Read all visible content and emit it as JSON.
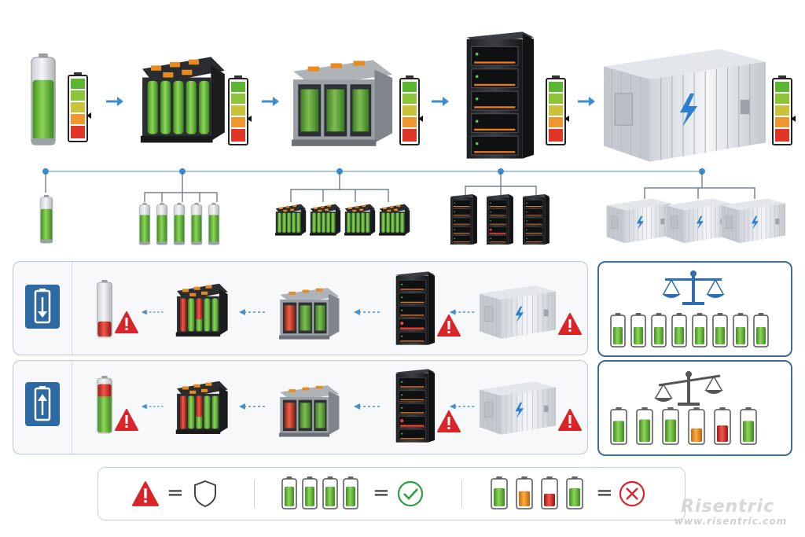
{
  "legend": {
    "equals_1": "=",
    "equals_2": "=",
    "equals_3": "="
  },
  "watermark": {
    "brand": "Risentric",
    "url": "www.risentric.com"
  },
  "top_row_levels": [
    "cell",
    "module",
    "pack",
    "rack",
    "container"
  ],
  "balanced_soc_levels": [
    0.65,
    0.65,
    0.65,
    0.65,
    0.65,
    0.65,
    0.65,
    0.65
  ],
  "unbalanced_soc_levels": [
    0.7,
    0.75,
    0.75,
    0.45,
    0.55,
    0.7
  ],
  "colors": {
    "battery_green": "#5cb531",
    "warning_red": "#d9252a",
    "accent_blue": "#3a8fd4",
    "panel_border_blue": "#3f6e93",
    "check_green": "#2e9e3e"
  },
  "icons": {
    "discharge": "battery-arrow-down-icon",
    "charge": "battery-arrow-up-icon",
    "balanced": "balanced-scale-icon",
    "unbalanced": "tilted-scale-icon",
    "warning": "warning-triangle-icon",
    "protection": "shield-icon",
    "ok": "check-circle-icon",
    "error": "x-circle-icon"
  }
}
